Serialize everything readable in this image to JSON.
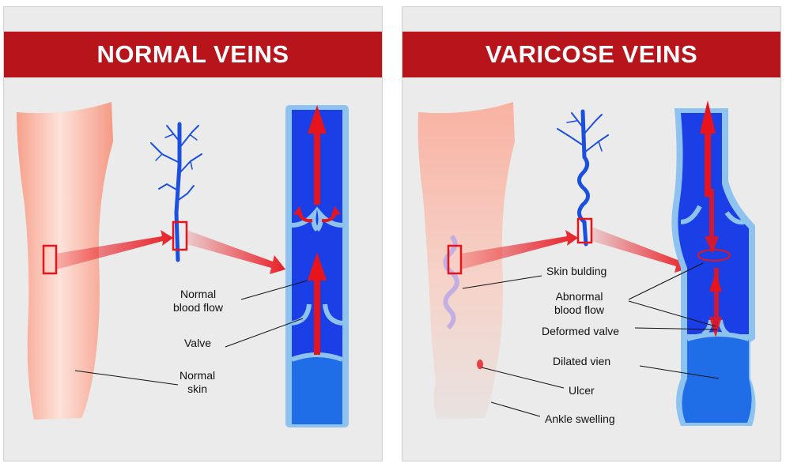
{
  "normal": {
    "title": "NORMAL  VEINS",
    "labels": {
      "blood_flow_line1": "Normal",
      "blood_flow_line2": "blood flow",
      "valve": "Valve",
      "skin_line1": "Normal",
      "skin_line2": "skin"
    }
  },
  "varicose": {
    "title": "VARICOSE VEINS",
    "labels": {
      "skin_bulding": "Skin bulding",
      "abnormal_line1": "Abnormal",
      "abnormal_line2": "blood flow",
      "deformed_valve": "Deformed valve",
      "dilated_vein": "Dilated vien",
      "ulcer": "Ulcer",
      "ankle_swelling": "Ankle swelling"
    }
  },
  "colors": {
    "banner": "#b8141c",
    "vein_blue": "#1a4fe0",
    "vein_outline": "#8fc3ef",
    "arrow_red": "#e8141c",
    "skin": "#f6a592"
  }
}
